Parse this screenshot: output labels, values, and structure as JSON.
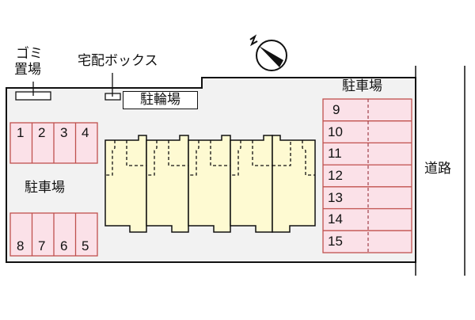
{
  "colors": {
    "lot_fill": "#f2f2f2",
    "outline": "#111111",
    "parking_fill": "#fbe1e8",
    "parking_stroke": "#c0504d",
    "building_fill": "#fefad2",
    "background": "#ffffff"
  },
  "labels": {
    "garbage": "ゴミ\n置場",
    "garbage_line1": "ゴミ",
    "garbage_line2": "置場",
    "delivery_box": "宅配ボックス",
    "bicycle_parking": "駐輪場",
    "parking_left": "駐車場",
    "parking_right": "駐車場",
    "road": "道路",
    "north_marker": "N"
  },
  "parking_left_top": [
    "1",
    "2",
    "3",
    "4"
  ],
  "parking_left_bottom": [
    "8",
    "7",
    "6",
    "5"
  ],
  "parking_right": [
    "9",
    "10",
    "11",
    "12",
    "13",
    "14",
    "15"
  ],
  "building": {
    "units": 5
  }
}
